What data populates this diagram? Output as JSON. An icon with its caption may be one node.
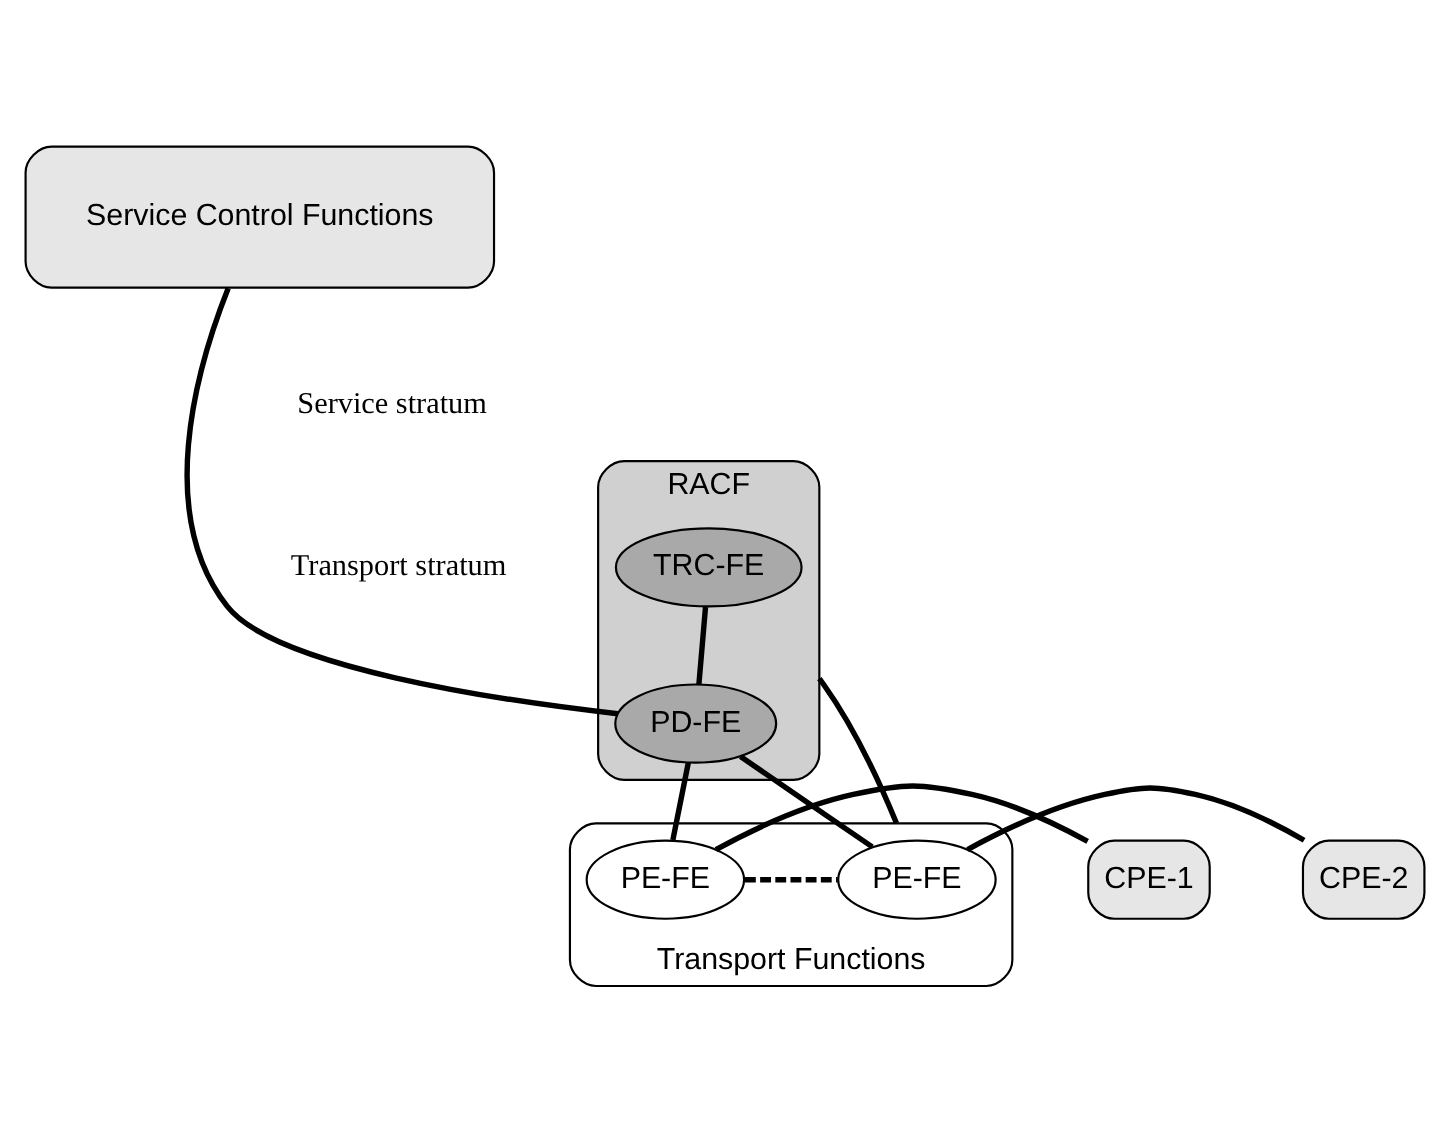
{
  "diagram": {
    "nodes": [
      {
        "text": [
          "Service Control Functions"
        ]
      },
      {
        "text": [
          "RACF"
        ]
      },
      {
        "text": [
          "PD-FE"
        ],
        "in": 1
      },
      {
        "text": [
          "TRC-FE"
        ],
        "in": 1
      },
      {
        "text": [
          "Transport Functions"
        ]
      },
      {
        "text": [
          "PE-FE"
        ],
        "in": 4
      },
      {
        "text": [
          "PE-FE"
        ],
        "in": 4
      },
      {
        "text": [
          "CPE-1"
        ]
      },
      {
        "text": [
          "CPE-2"
        ]
      }
    ],
    "edges": [
      {
        "from": 0,
        "to": 2,
        "arrow": "none"
      },
      {
        "from": 3,
        "to": 2,
        "arrow": "none"
      },
      {
        "from": 2,
        "to": 5,
        "arrow": "none"
      },
      {
        "from": 2,
        "to": 6,
        "arrow": "none"
      },
      {
        "from": 1,
        "to": 4,
        "arrow": "none"
      },
      {
        "from": 7,
        "to": 5,
        "arrow": "none"
      },
      {
        "from": 5,
        "to": 6,
        "arrow": "none",
        "style": "dashed"
      },
      {
        "from": 6,
        "to": 8,
        "arrow": "none"
      }
    ],
    "labels": [
      "Service stratum",
      "Transport stratum"
    ]
  }
}
